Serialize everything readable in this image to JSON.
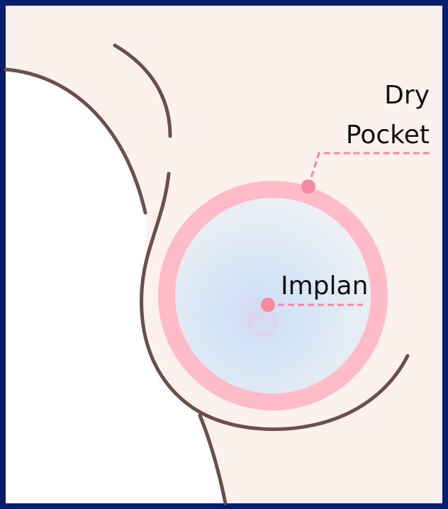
{
  "labels": {
    "dry_line1": "Dry",
    "dry_line2": "Pocket",
    "implant": "Implan"
  },
  "colors": {
    "frame": "#0a1f6b",
    "skin": "#fdf1ed",
    "body": "#ffffff",
    "outline": "#6b4f4c",
    "pocket_ring": "#ffbcc8",
    "implant_center": "#cfe3f7",
    "implant_edge": "#eef0f4",
    "marker": "#f58ba0"
  }
}
